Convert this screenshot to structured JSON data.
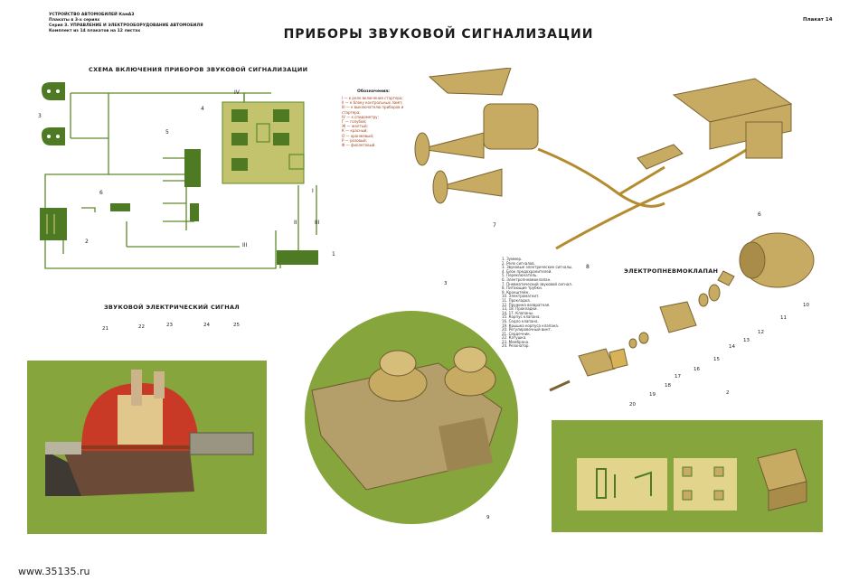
{
  "header": {
    "left_lines": [
      "УСТРОЙСТВО АВТОМОБИЛЕЙ КамАЗ",
      "Плакаты в 3-х сериях",
      "Серия 3. УПРАВЛЕНИЕ И ЭЛЕКТРООБОРУДОВАНИЕ АВТОМОБИЛЯ",
      "Комплект из 14 плакатов на 12 листах"
    ],
    "title": "ПРИБОРЫ ЗВУКОВОЙ СИГНАЛИЗАЦИИ",
    "plakat": "Плакат 14"
  },
  "scheme": {
    "title": "СХЕМА ВКЛЮЧЕНИЯ ПРИБОРОВ ЗВУКОВОЙ СИГНАЛИЗАЦИИ",
    "labels": {
      "n1": "1",
      "n2": "2",
      "n3": "3",
      "n4": "4",
      "n5": "5",
      "n6": "6",
      "iv": "IV",
      "ii": "II",
      "i": "I",
      "iii": "III",
      "iii_b": "III"
    }
  },
  "legend": {
    "title": "Обозначения:",
    "items": [
      "I — к реле включения стартера;",
      "II — к блоку контрольных ламп;",
      "III — к выключателю приборов и стартера;",
      "IV — к спидометру;",
      "Г — голубой;",
      "Ж — желтый;",
      "К — красный;",
      "О — оранжевый;",
      "Р — розовый;",
      "Ф — фиолетовый."
    ]
  },
  "pneumatic": {
    "labels": {
      "n6": "6",
      "n7": "7",
      "n8": "8"
    },
    "parts_list": [
      "1. Зуммер.",
      "2. Реле сигналов.",
      "3. Звуковые электрические сигналы.",
      "4. Блок предохранителей.",
      "5. Переключатель.",
      "6. Электропневмоклапан.",
      "7. Пневматический звуковой сигнал.",
      "8. Питающие трубки.",
      "9. Кронштейн.",
      "10. Электромагнит.",
      "11. Прокладка.",
      "12. Пружина возвратная.",
      "13, 18. Прокладки.",
      "14, 17. Клапаны.",
      "15. Корпус клапана.",
      "16. Седло клапана.",
      "19. Крышка корпуса клапана.",
      "20. Регулировочный винт.",
      "21. Сердечник.",
      "22. Катушка.",
      "23. Мембрана.",
      "24. Резонатор."
    ]
  },
  "valve": {
    "title": "ЭЛЕКТРОПНЕВМОКЛАПАН",
    "labels": [
      "10",
      "11",
      "12",
      "13",
      "14",
      "15",
      "16",
      "17",
      "18",
      "19",
      "20"
    ]
  },
  "electric_signal": {
    "title": "ЗВУКОВОЙ ЭЛЕКТРИЧЕСКИЙ СИГНАЛ",
    "labels": [
      "21",
      "22",
      "23",
      "24",
      "25"
    ]
  },
  "center": {
    "labels": {
      "n3": "3",
      "n9": "9"
    }
  },
  "relay": {
    "labels": {
      "n2": "2"
    }
  },
  "footer": {
    "url": "www.35135.ru"
  },
  "colors": {
    "green_panel": "#86a53c",
    "block_fill": "#c3c36d",
    "wire": "#5d8a2b",
    "brass": "#c8ab62",
    "red_cut": "#c83a26",
    "dark_green": "#4f7a24"
  }
}
